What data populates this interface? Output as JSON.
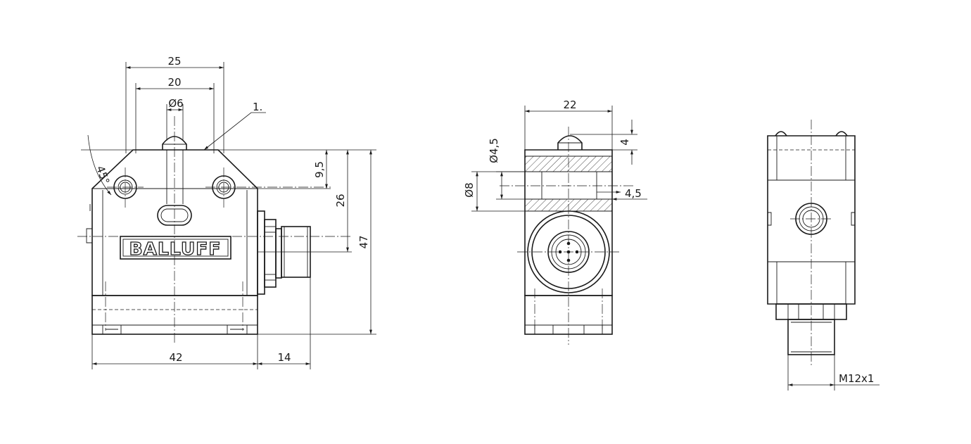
{
  "brand": "BALLUFF",
  "dimensions": {
    "d25": "25",
    "d20": "20",
    "dia6": "Ø6",
    "callout": "1.",
    "angle": "45°",
    "d9_5": "9,5",
    "d26": "26",
    "d47": "47",
    "d42": "42",
    "d14": "14",
    "d22": "22",
    "d4": "4",
    "dia4_5": "Ø4,5",
    "dia8": "Ø8",
    "d4_5": "4,5",
    "thread": "M12x1"
  }
}
